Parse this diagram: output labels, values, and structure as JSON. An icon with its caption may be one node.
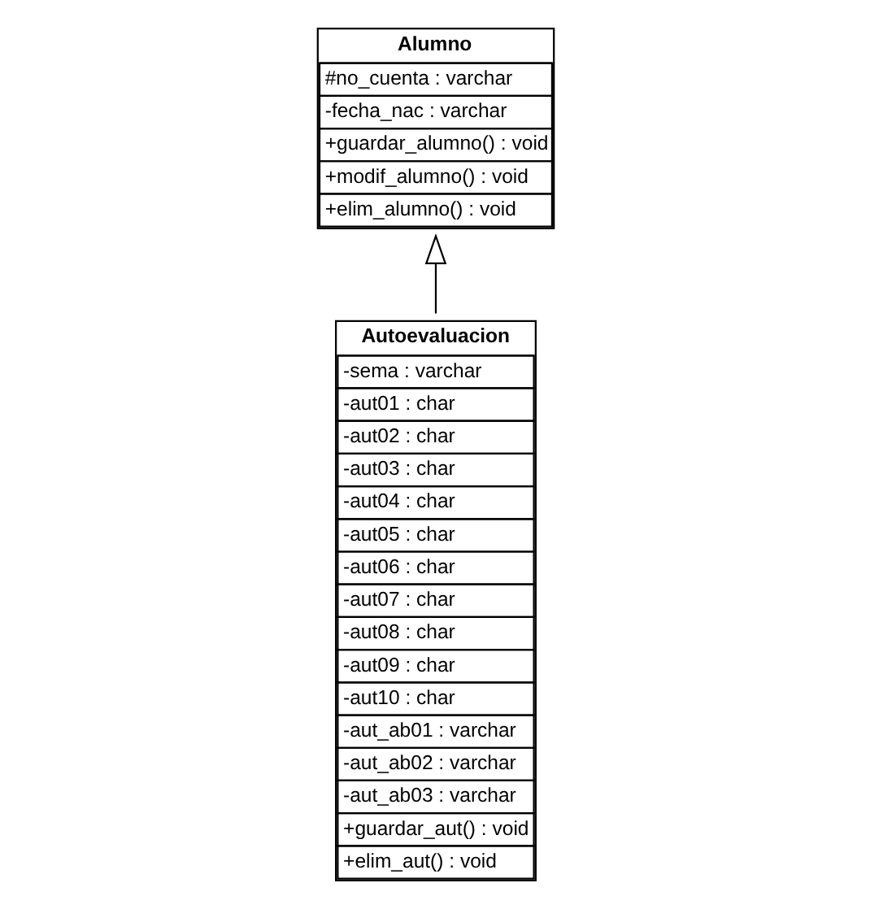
{
  "diagram": {
    "nodes": [
      {
        "text": [
          "Alumno",
          "#no_cuenta : varchar",
          "-fecha_nac : varchar",
          "+guardar_alumno() : void",
          "+modif_alumno() : void",
          "+elim_alumno() : void"
        ]
      },
      {
        "text": [
          "Autoevaluacion",
          "-sema : varchar",
          "-aut01 : char",
          "-aut02 : char",
          "-aut03 : char",
          "-aut04 : char",
          "-aut05 : char",
          "-aut06 : char",
          "-aut07 : char",
          "-aut08 : char",
          "-aut09 : char",
          "-aut10 : char",
          "-aut_ab01 : varchar",
          "-aut_ab02 : varchar",
          "-aut_ab03 : varchar",
          "+guardar_aut() : void",
          "+elim_aut() : void"
        ]
      }
    ],
    "edges": [
      {
        "from": 1,
        "to": 0,
        "arrow": "to"
      }
    ]
  }
}
